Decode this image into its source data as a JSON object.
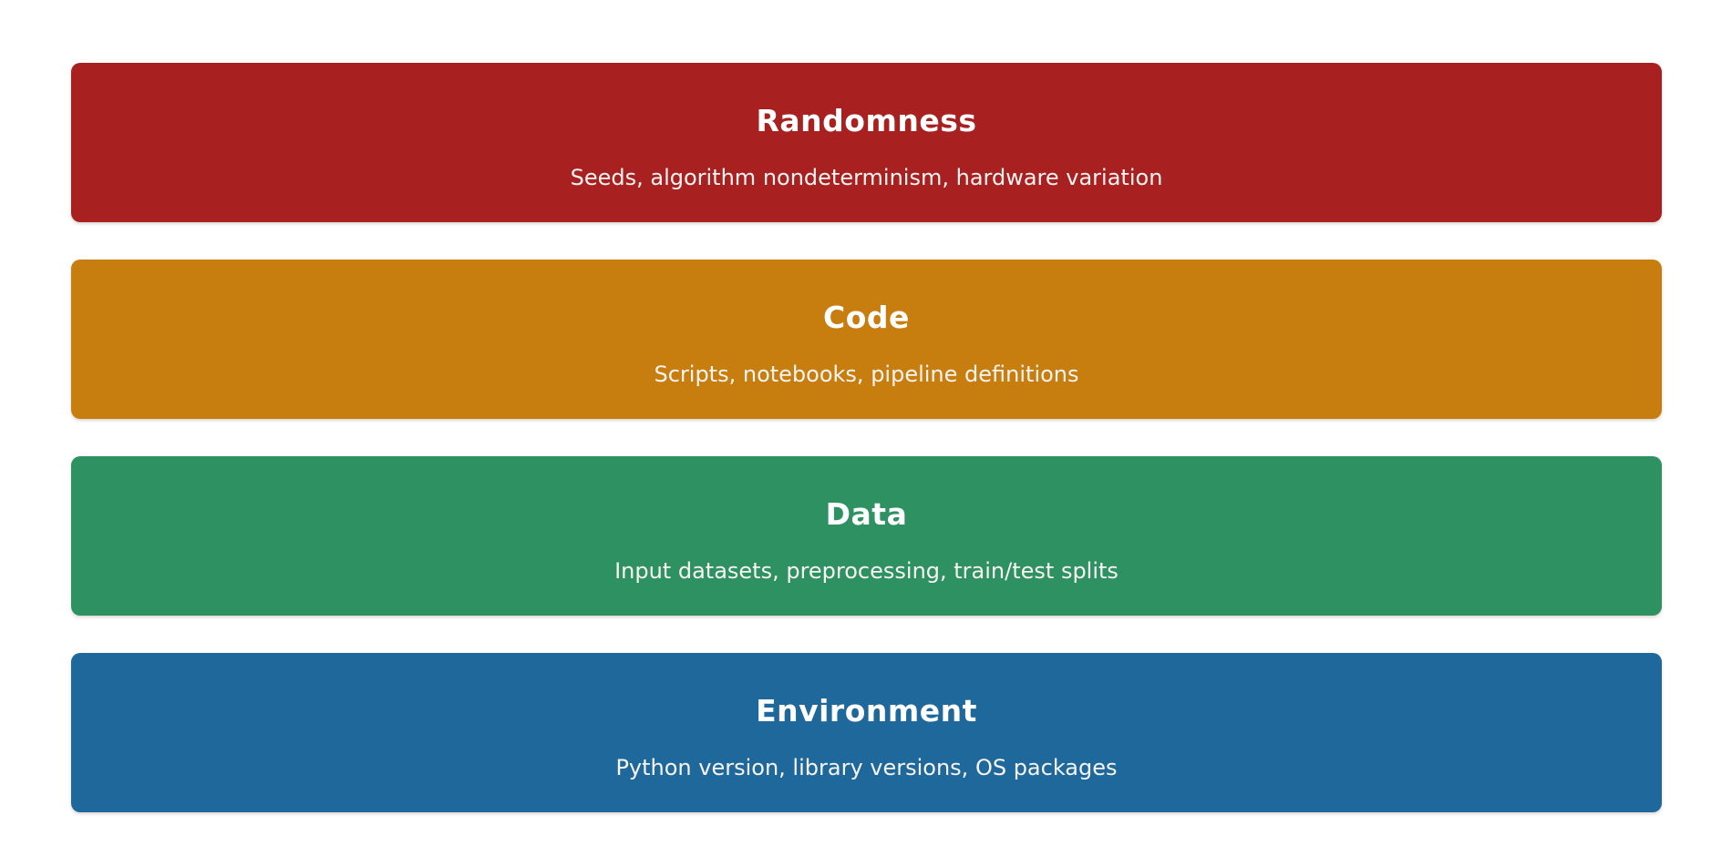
{
  "diagram": {
    "background": "#ffffff",
    "text_color": "#ffffff",
    "layers": [
      {
        "title": "Randomness",
        "subtitle": "Seeds, algorithm nondeterminism, hardware variation",
        "color": "#A92020"
      },
      {
        "title": "Code",
        "subtitle": "Scripts, notebooks, pipeline definitions",
        "color": "#C87D0F"
      },
      {
        "title": "Data",
        "subtitle": "Input datasets, preprocessing, train/test splits",
        "color": "#2E9162"
      },
      {
        "title": "Environment",
        "subtitle": "Python version, library versions, OS packages",
        "color": "#1F689B"
      }
    ]
  }
}
